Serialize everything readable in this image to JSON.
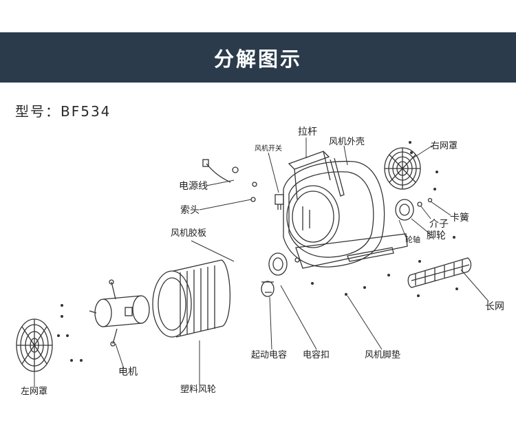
{
  "banner": {
    "title": "分解图示"
  },
  "model": {
    "label": "型号：BF534"
  },
  "parts": {
    "pull_rod": "拉杆",
    "fan_housing": "风机外壳",
    "fan_switch": "风机开关",
    "right_grille": "右网罩",
    "power_cord": "电源线",
    "cord_clamp": "索头",
    "spring_clip": "卡簧",
    "spacer": "介子",
    "foot_wheel": "脚轮",
    "wheel_axle": "轮轴",
    "rubber_plate": "风机胶板",
    "long_mesh": "长网",
    "left_grille": "左网罩",
    "motor": "电机",
    "start_capacitor": "起动电容",
    "capacitor_clip": "电容扣",
    "fan_foot_pad": "风机脚垫",
    "plastic_impeller": "塑料风轮"
  },
  "colors": {
    "banner_bg": "#2b3b4c",
    "banner_text": "#ffffff",
    "line": "#333333"
  }
}
